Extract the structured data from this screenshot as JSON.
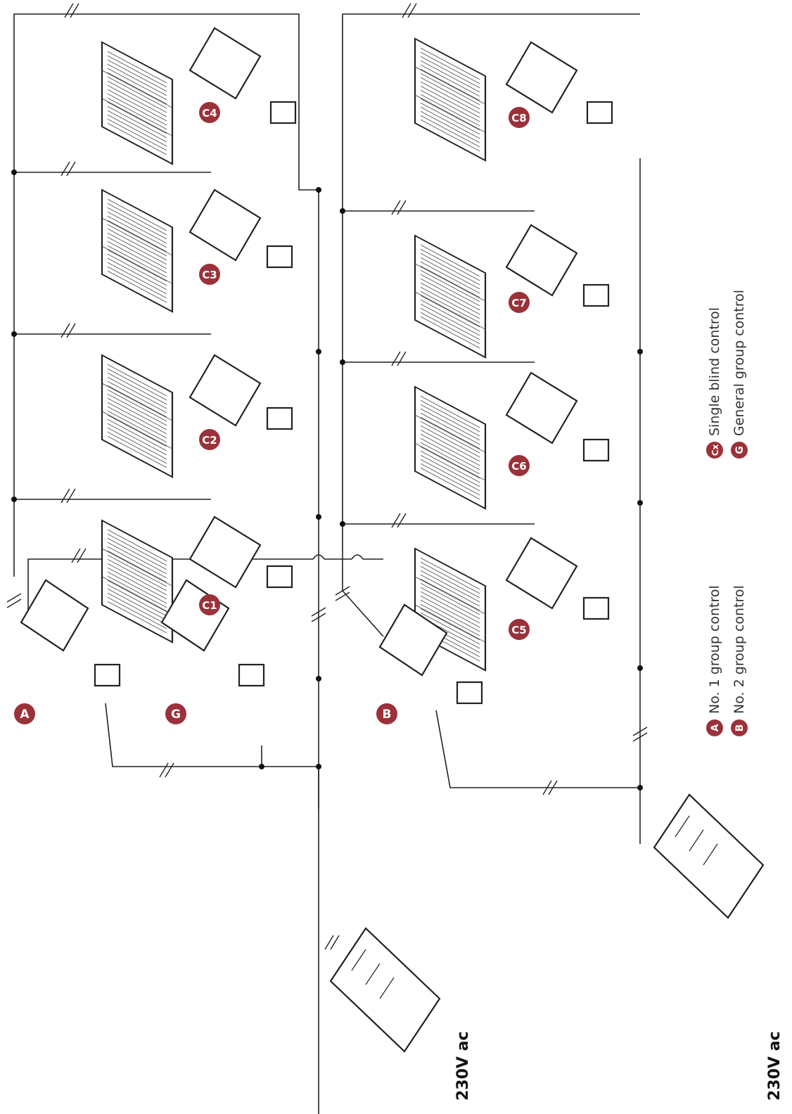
{
  "power_supply_label": "230V ac",
  "controls": {
    "A": "A",
    "B": "B",
    "G": "G",
    "C1": "C1",
    "C2": "C2",
    "C3": "C3",
    "C4": "C4",
    "C5": "C5",
    "C6": "C6",
    "C7": "C7",
    "C8": "C8"
  },
  "legend": [
    {
      "letter": "A",
      "text": "No. 1  group control"
    },
    {
      "letter": "B",
      "text": "No. 2  group control"
    },
    {
      "letter": "Cx",
      "text": "Single blind control"
    },
    {
      "letter": "G",
      "text": "General  group control"
    }
  ],
  "colors": {
    "badge": "#9b3139",
    "lines": "#222222"
  }
}
